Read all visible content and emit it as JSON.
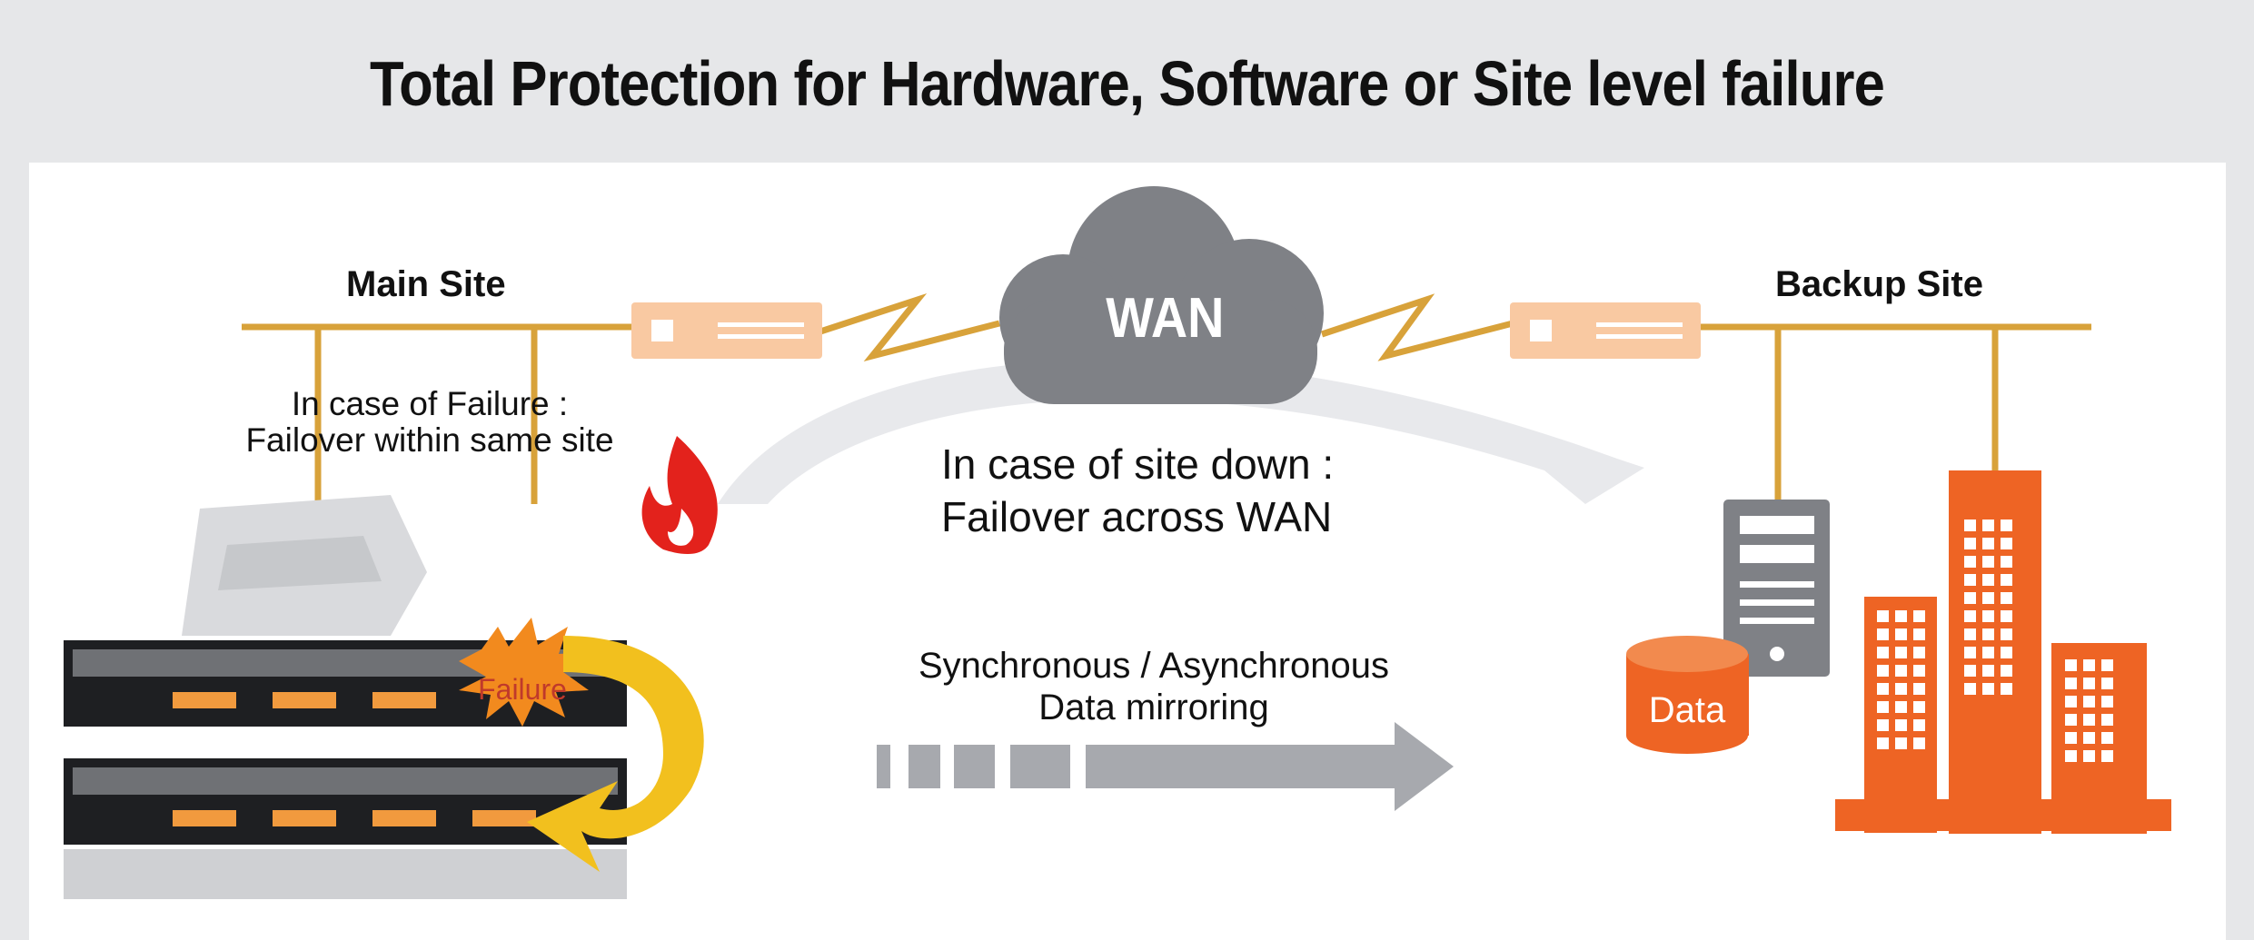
{
  "title": "Total Protection for Hardware, Software or Site level failure",
  "diagram": {
    "main_site_label": "Main Site",
    "backup_site_label": "Backup Site",
    "wan_label": "WAN",
    "local_failover_line1": "In case of Failure :",
    "local_failover_line2": "Failover within same site",
    "site_down_line1": "In case of site down :",
    "site_down_line2": "Failover across WAN",
    "mirroring_line1": "Synchronous / Asynchronous",
    "mirroring_line2": "Data mirroring",
    "failure_badge": "Failure",
    "data_label": "Data"
  },
  "colors": {
    "network_line": "#d8a23a",
    "router": "#f9c9a2",
    "cloud": "#7f8186",
    "accent_orange": "#ee6424",
    "arrow_gray": "#a7a9ae",
    "curve_light": "#e8e9ec"
  }
}
